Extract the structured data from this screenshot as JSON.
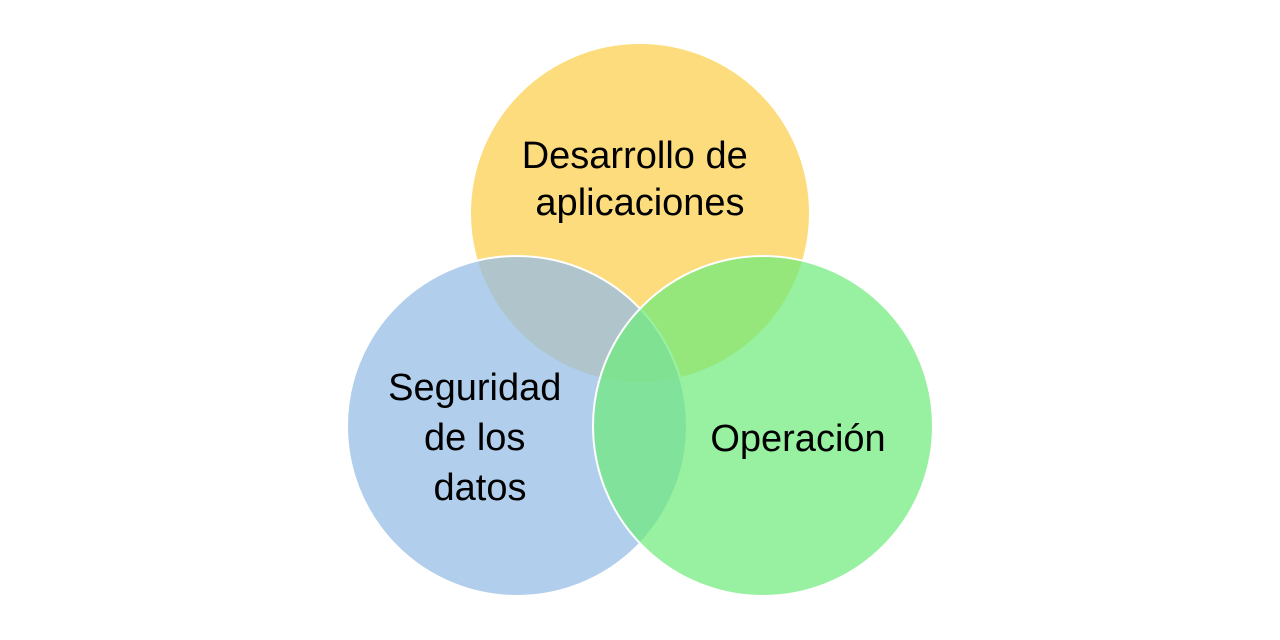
{
  "diagram": {
    "type": "venn",
    "sets": [
      {
        "id": "apps",
        "lines": [
          "Desarrollo de",
          "aplicaciones"
        ],
        "color": "#fbd35b"
      },
      {
        "id": "security",
        "lines": [
          "Seguridad",
          "de los",
          "datos"
        ],
        "color": "#97bde5"
      },
      {
        "id": "operation",
        "lines": [
          "Operación"
        ],
        "color": "#6fec7b"
      }
    ]
  }
}
